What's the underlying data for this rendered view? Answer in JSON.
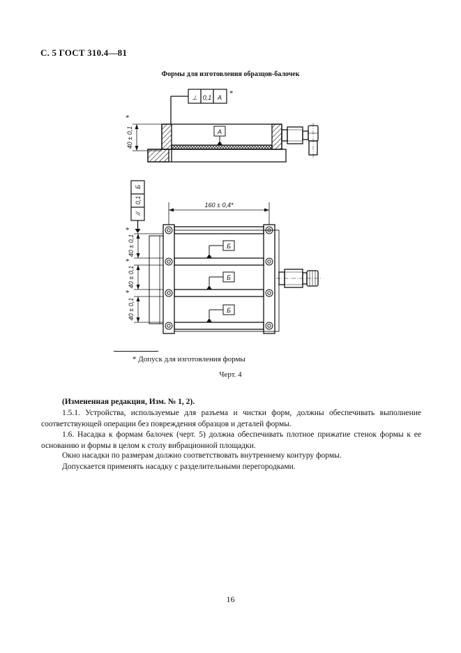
{
  "header": {
    "text": "С. 5 ГОСТ 310.4—81"
  },
  "figure": {
    "title": "Формы для изготовления образцов-балочек",
    "top_view": {
      "tol_symbol": "⊥",
      "tol_value": "0,1",
      "tol_datum": "А",
      "tol_star": "*",
      "datum_label": "А",
      "height_dim": "40 ± 0,1",
      "height_star": "*"
    },
    "plan_view": {
      "tol_symbol": "//",
      "tol_value": "0,1",
      "tol_datum": "Б",
      "length_dim": "160 ± 0,4*",
      "width_dims": [
        "40 ± 0,1",
        "40 ± 0,1",
        "40 ± 0,1"
      ],
      "width_star": "*",
      "datum_labels": [
        "Б",
        "Б",
        "Б"
      ]
    },
    "footnote": "*  Допуск для изготовления формы",
    "caption": "Черт. 4"
  },
  "body": {
    "revision_note": "(Измененная редакция, Изм. № 1, 2).",
    "p1": "1.5.1.  Устройства, используемые для разъема и чистки форм, должны обеспечивать выполнение соответствующей операции без повреждения образцов и деталей формы.",
    "p2": "1.6.  Насадка к формам балочек (черт. 5) должна обеспечивать плотное прижатие стенок формы к ее основанию и формы в целом к столу вибрационной площадки.",
    "p3": "Окно насадки по размерам должно соответствовать внутреннему контуру формы.",
    "p4": "Допускается применять насадку с разделительными перегородками."
  },
  "page_number": "16"
}
